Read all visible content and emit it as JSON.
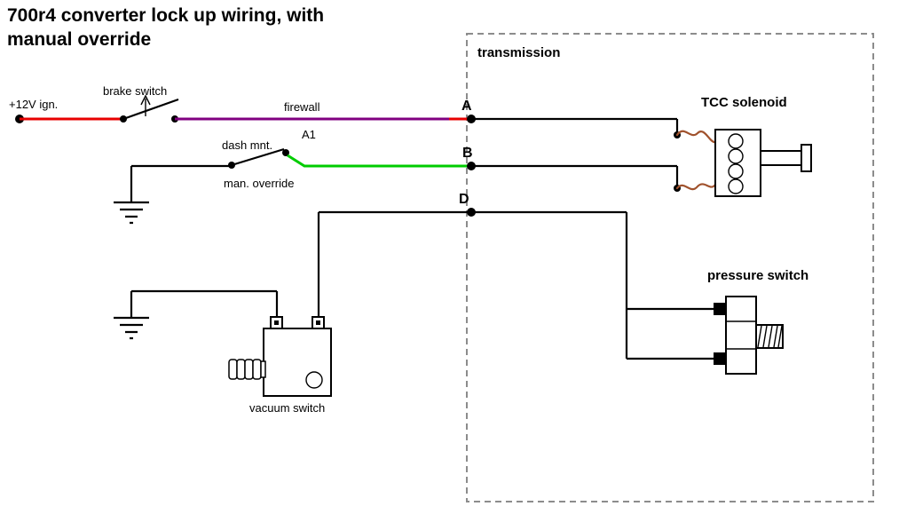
{
  "title": "700r4 converter lock up wiring, with\nmanual override",
  "colors": {
    "wire_red": "#e80000",
    "wire_purple": "#800080",
    "wire_green": "#00cc00",
    "wire_brown": "#a0522d",
    "label_blue": "#0000c8",
    "boundary_gray": "#8c8c8c"
  },
  "labels": {
    "transmission": "transmission",
    "ignition": "+12V ign.",
    "brake_switch": "brake switch",
    "firewall": "firewall",
    "firewall_pin": "A1",
    "dash_mount": "dash mnt.",
    "manual_override": "man. override",
    "terminal_a": "A",
    "terminal_b": "B",
    "terminal_d": "D",
    "tcc_solenoid": "TCC solenoid",
    "pressure_switch": "pressure switch",
    "vacuum_switch": "vacuum switch"
  }
}
